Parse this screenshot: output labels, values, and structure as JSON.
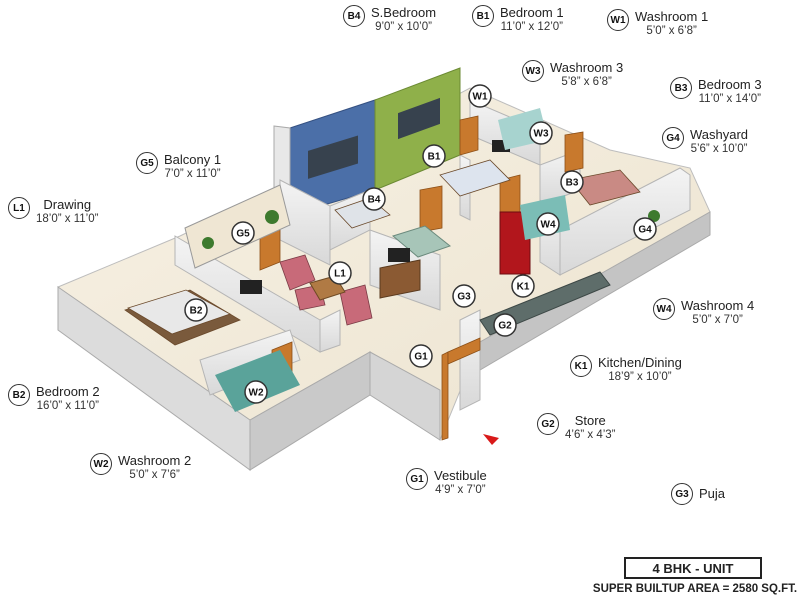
{
  "legend": [
    {
      "code": "B4",
      "name": "S.Bedroom",
      "dim": "9’0” x 10’0”"
    },
    {
      "code": "B1",
      "name": "Bedroom 1",
      "dim": "11’0” x 12’0”"
    },
    {
      "code": "W1",
      "name": "Washroom 1",
      "dim": "5’0” x 6’8”"
    },
    {
      "code": "W3",
      "name": "Washroom 3",
      "dim": "5’8” x 6’8”"
    },
    {
      "code": "B3",
      "name": "Bedroom 3",
      "dim": "11’0” x 14’0”"
    },
    {
      "code": "G4",
      "name": "Washyard",
      "dim": "5’6” x 10’0”"
    },
    {
      "code": "G5",
      "name": "Balcony 1",
      "dim": "7’0” x 11’0”"
    },
    {
      "code": "L1",
      "name": "Drawing",
      "dim": "18’0” x 11’0”"
    },
    {
      "code": "W4",
      "name": "Washroom 4",
      "dim": "5’0” x 7’0”"
    },
    {
      "code": "K1",
      "name": "Kitchen/Dining",
      "dim": "18’9” x 10’0”"
    },
    {
      "code": "B2",
      "name": "Bedroom 2",
      "dim": "16’0” x 11’0”"
    },
    {
      "code": "G2",
      "name": "Store",
      "dim": "4’6” x 4’3”"
    },
    {
      "code": "W2",
      "name": "Washroom 2",
      "dim": "5’0” x 7’6”"
    },
    {
      "code": "G1",
      "name": "Vestibule",
      "dim": "4’9” x 7’0”"
    },
    {
      "code": "G3",
      "name": "Puja",
      "dim": ""
    }
  ],
  "plan_badges": [
    "W1",
    "W3",
    "B1",
    "B3",
    "G4",
    "B4",
    "W4",
    "G5",
    "L1",
    "K1",
    "G3",
    "B2",
    "G2",
    "G1",
    "W2"
  ],
  "unit_title": "4 BHK - UNIT",
  "super_area": "SUPER BUILTUP AREA = 2580 SQ.FT."
}
